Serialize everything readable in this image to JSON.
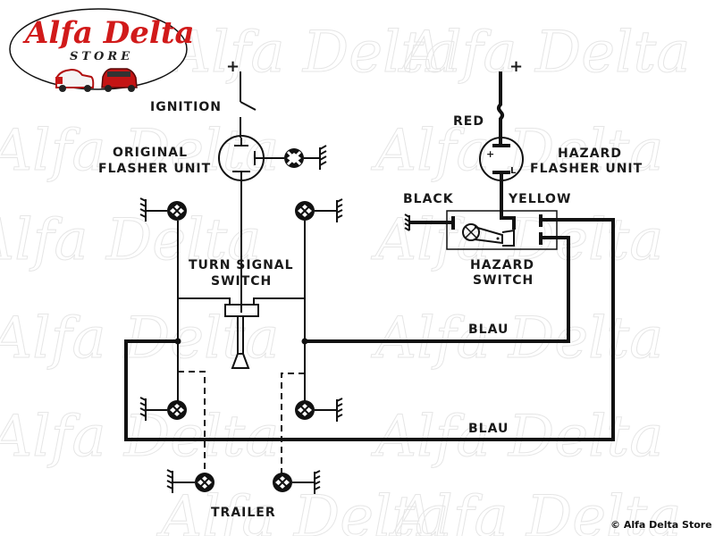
{
  "logo": {
    "title": "Alfa Delta",
    "subtitle": "STORE",
    "brand_color": "#d11a1a"
  },
  "watermark": {
    "text": "Alfa Delta"
  },
  "labels": {
    "ignition": "IGNITION",
    "ignition_plus": "+",
    "original_flasher_line1": "ORIGINAL",
    "original_flasher_line2": "FLASHER UNIT",
    "turn_signal_line1": "TURN SIGNAL",
    "turn_signal_line2": "SWITCH",
    "red": "RED",
    "hazard_plus": "+",
    "hazard_flasher_line1": "HAZARD",
    "hazard_flasher_line2": "FLASHER UNIT",
    "flasher_terminal_plus": "+",
    "flasher_terminal_l": "L",
    "black": "BLACK",
    "yellow": "YELLOW",
    "hazard_switch_line1": "HAZARD",
    "hazard_switch_line2": "SWITCH",
    "blau_upper": "BLAU",
    "blau_lower": "BLAU",
    "trailer": "TRAILER"
  },
  "footer": {
    "copyright": "© Alfa Delta Store"
  }
}
